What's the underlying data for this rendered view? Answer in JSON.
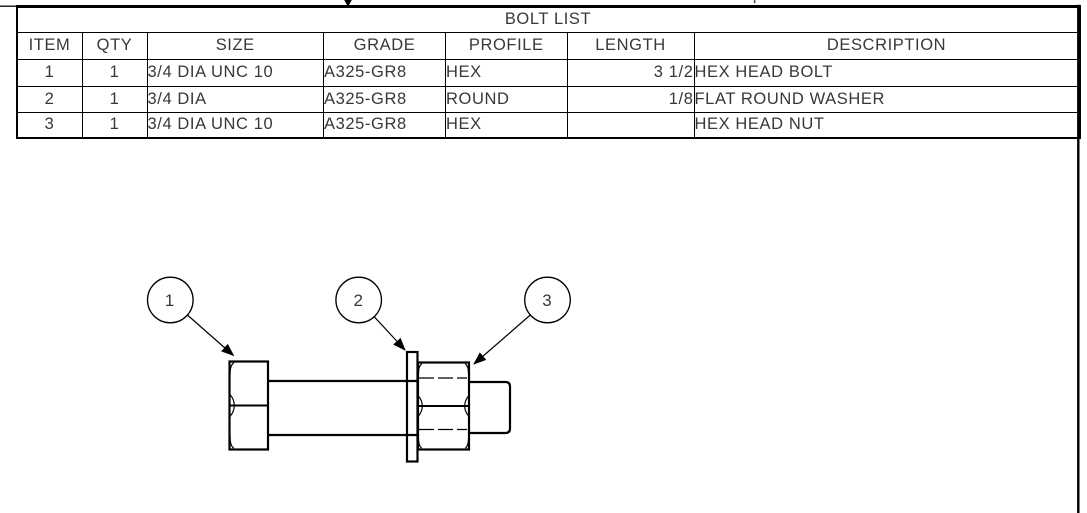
{
  "sheet": {
    "background_color": "#ffffff",
    "line_color": "#000000",
    "text_color": "#383838"
  },
  "bolt_list_table": {
    "title": "BOLT LIST",
    "columns": [
      "ITEM",
      "QTY",
      "SIZE",
      "GRADE",
      "PROFILE",
      "LENGTH",
      "DESCRIPTION"
    ],
    "rows": [
      {
        "item": "1",
        "qty": "1",
        "size": "3/4 DIA UNC 10",
        "grade": "A325-GR8",
        "profile": "HEX",
        "length": "3 1/2",
        "description": "HEX HEAD BOLT"
      },
      {
        "item": "2",
        "qty": "1",
        "size": "3/4 DIA",
        "grade": "A325-GR8",
        "profile": "ROUND",
        "length": "1/8",
        "description": "FLAT ROUND WASHER"
      },
      {
        "item": "3",
        "qty": "1",
        "size": "3/4 DIA UNC 10",
        "grade": "A325-GR8",
        "profile": "HEX",
        "length": "",
        "description": "HEX HEAD NUT"
      }
    ]
  },
  "drawing": {
    "balloons": [
      {
        "label": "1"
      },
      {
        "label": "2"
      },
      {
        "label": "3"
      }
    ]
  }
}
